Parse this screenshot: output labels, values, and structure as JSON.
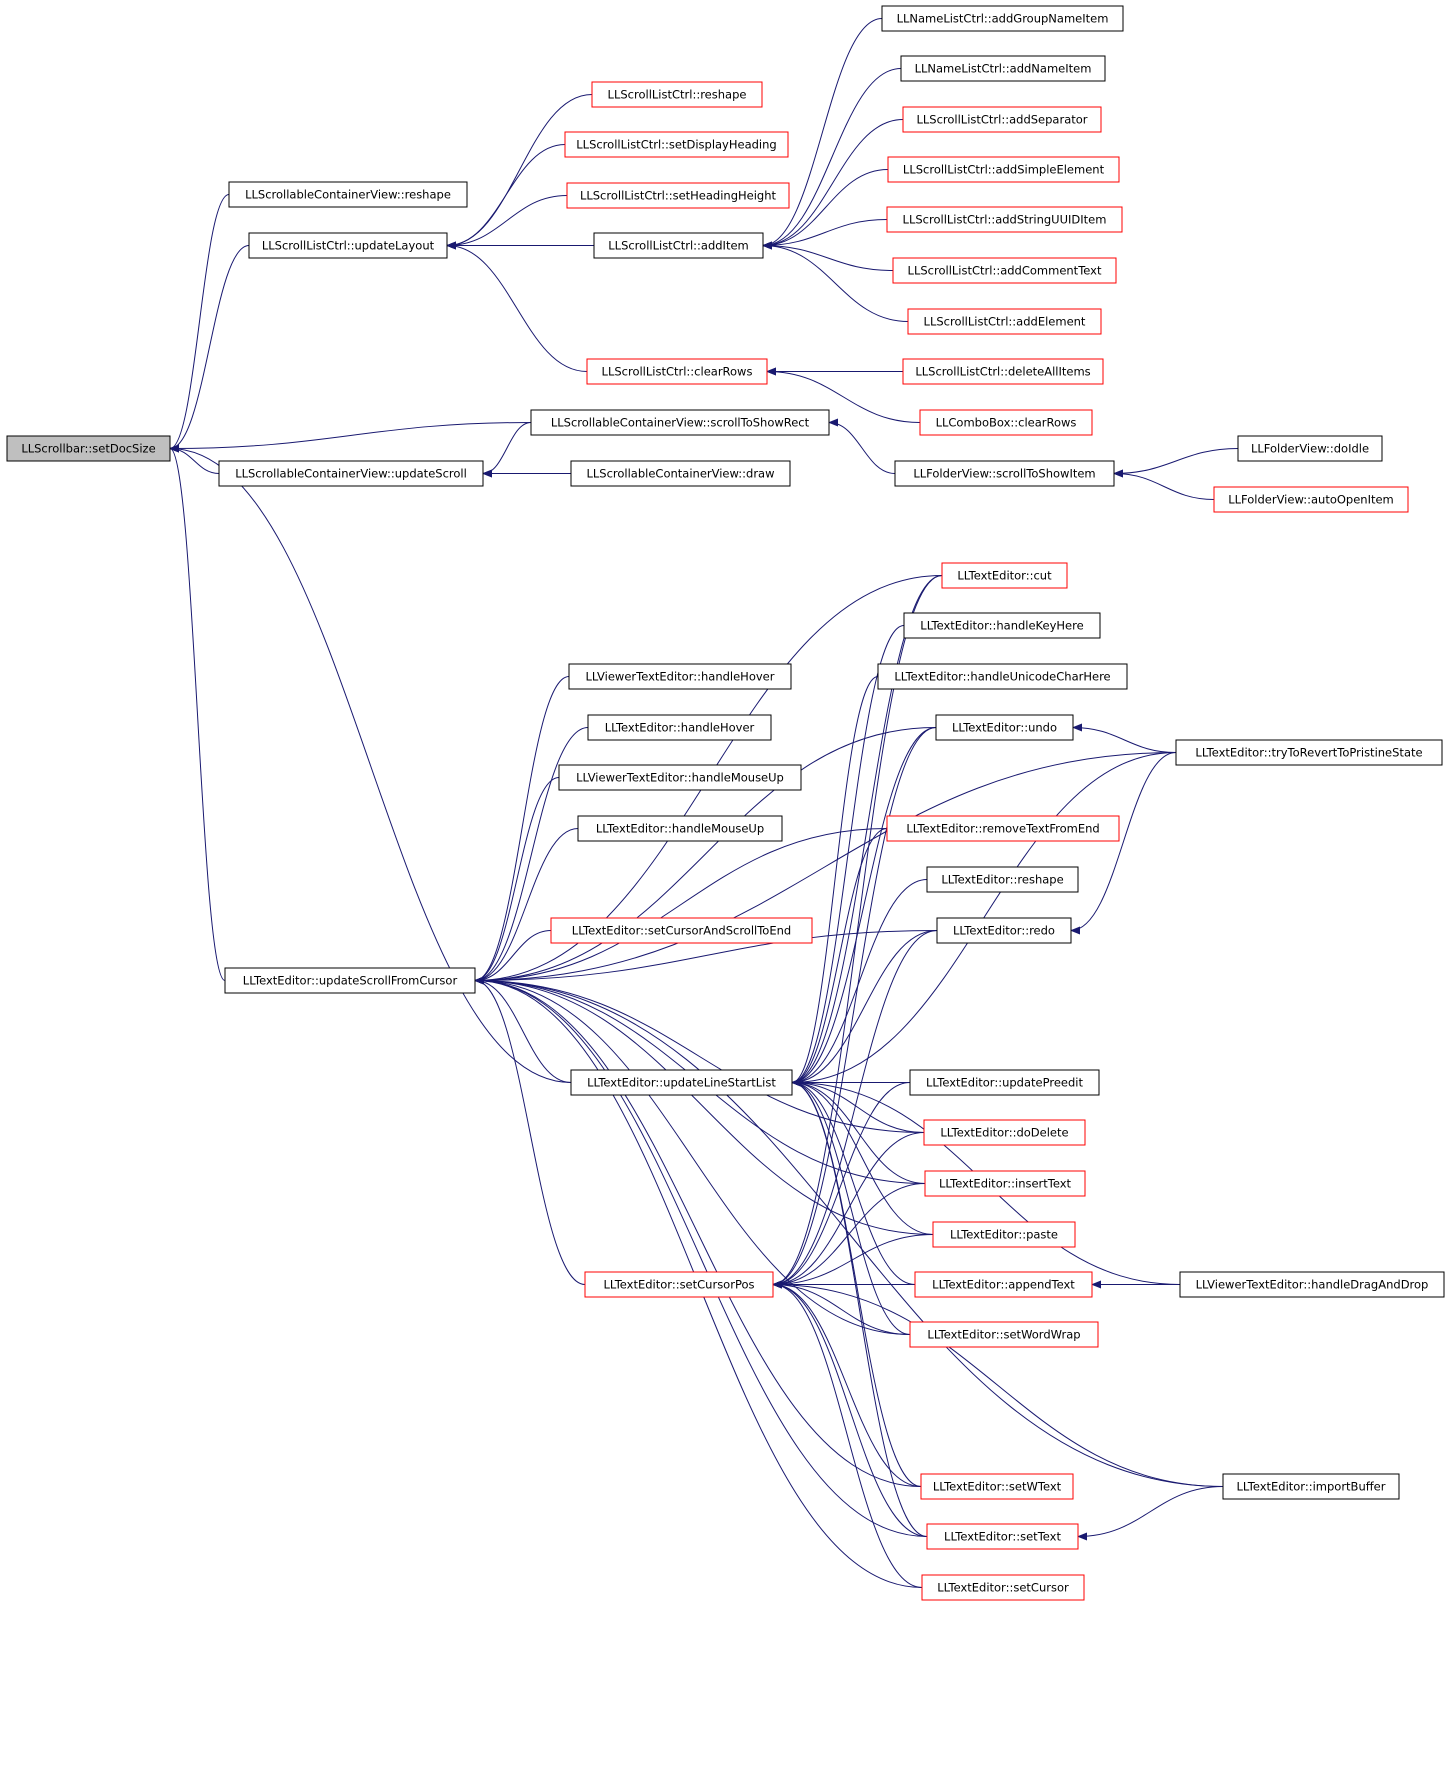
{
  "graph": {
    "root": "setDocSize",
    "colors": {
      "edge": "#191970",
      "border_documented": "#000000",
      "border_undocumented": "#ff0000",
      "root_fill": "#bfbfbf",
      "node_fill": "#ffffff"
    },
    "nodes": {
      "setDocSize": {
        "label": "LLScrollbar::setDocSize",
        "border": "black",
        "root": true
      },
      "SCV_reshape": {
        "label": "LLScrollableContainerView::reshape",
        "border": "black"
      },
      "SLC_updateLayout": {
        "label": "LLScrollListCtrl::updateLayout",
        "border": "black"
      },
      "SLC_reshape": {
        "label": "LLScrollListCtrl::reshape",
        "border": "red"
      },
      "SLC_setDisplayHeading": {
        "label": "LLScrollListCtrl::setDisplayHeading",
        "border": "red"
      },
      "SLC_setHeadingHeight": {
        "label": "LLScrollListCtrl::setHeadingHeight",
        "border": "red"
      },
      "SLC_addItem": {
        "label": "LLScrollListCtrl::addItem",
        "border": "black"
      },
      "NLC_addGroupNameItem": {
        "label": "LLNameListCtrl::addGroupNameItem",
        "border": "black"
      },
      "NLC_addNameItem": {
        "label": "LLNameListCtrl::addNameItem",
        "border": "black"
      },
      "SLC_addSeparator": {
        "label": "LLScrollListCtrl::addSeparator",
        "border": "red"
      },
      "SLC_addSimpleElement": {
        "label": "LLScrollListCtrl::addSimpleElement",
        "border": "red"
      },
      "SLC_addStringUUIDItem": {
        "label": "LLScrollListCtrl::addStringUUIDItem",
        "border": "red"
      },
      "SLC_addCommentText": {
        "label": "LLScrollListCtrl::addCommentText",
        "border": "red"
      },
      "SLC_addElement": {
        "label": "LLScrollListCtrl::addElement",
        "border": "red"
      },
      "SLC_clearRows": {
        "label": "LLScrollListCtrl::clearRows",
        "border": "red"
      },
      "SLC_deleteAllItems": {
        "label": "LLScrollListCtrl::deleteAllItems",
        "border": "red"
      },
      "CB_clearRows": {
        "label": "LLComboBox::clearRows",
        "border": "red"
      },
      "SCV_scrollToShowRect": {
        "label": "LLScrollableContainerView::scrollToShowRect",
        "border": "black"
      },
      "SCV_updateScroll": {
        "label": "LLScrollableContainerView::updateScroll",
        "border": "black"
      },
      "SCV_draw": {
        "label": "LLScrollableContainerView::draw",
        "border": "black"
      },
      "FV_scrollToShowItem": {
        "label": "LLFolderView::scrollToShowItem",
        "border": "black"
      },
      "FV_doIdle": {
        "label": "LLFolderView::doIdle",
        "border": "black"
      },
      "FV_autoOpenItem": {
        "label": "LLFolderView::autoOpenItem",
        "border": "red"
      },
      "TE_cut": {
        "label": "LLTextEditor::cut",
        "border": "red"
      },
      "TE_handleKeyHere": {
        "label": "LLTextEditor::handleKeyHere",
        "border": "black"
      },
      "TE_handleUnicodeCharHere": {
        "label": "LLTextEditor::handleUnicodeCharHere",
        "border": "black"
      },
      "VTE_handleHover": {
        "label": "LLViewerTextEditor::handleHover",
        "border": "black"
      },
      "TE_handleHover": {
        "label": "LLTextEditor::handleHover",
        "border": "black"
      },
      "TE_undo": {
        "label": "LLTextEditor::undo",
        "border": "black"
      },
      "TE_tryToRevert": {
        "label": "LLTextEditor::tryToRevertToPristineState",
        "border": "black"
      },
      "VTE_handleMouseUp": {
        "label": "LLViewerTextEditor::handleMouseUp",
        "border": "black"
      },
      "TE_handleMouseUp": {
        "label": "LLTextEditor::handleMouseUp",
        "border": "black"
      },
      "TE_removeTextFromEnd": {
        "label": "LLTextEditor::removeTextFromEnd",
        "border": "red"
      },
      "TE_reshape": {
        "label": "LLTextEditor::reshape",
        "border": "black"
      },
      "TE_setCursorAndScrollToEnd": {
        "label": "LLTextEditor::setCursorAndScrollToEnd",
        "border": "red"
      },
      "TE_redo": {
        "label": "LLTextEditor::redo",
        "border": "black"
      },
      "TE_updateScrollFromCursor": {
        "label": "LLTextEditor::updateScrollFromCursor",
        "border": "black"
      },
      "TE_updateLineStartList": {
        "label": "LLTextEditor::updateLineStartList",
        "border": "black"
      },
      "TE_updatePreedit": {
        "label": "LLTextEditor::updatePreedit",
        "border": "black"
      },
      "TE_doDelete": {
        "label": "LLTextEditor::doDelete",
        "border": "red"
      },
      "TE_insertText": {
        "label": "LLTextEditor::insertText",
        "border": "red"
      },
      "TE_paste": {
        "label": "LLTextEditor::paste",
        "border": "red"
      },
      "TE_setCursorPos": {
        "label": "LLTextEditor::setCursorPos",
        "border": "red"
      },
      "TE_appendText": {
        "label": "LLTextEditor::appendText",
        "border": "red"
      },
      "VTE_handleDragAndDrop": {
        "label": "LLViewerTextEditor::handleDragAndDrop",
        "border": "black"
      },
      "TE_setWordWrap": {
        "label": "LLTextEditor::setWordWrap",
        "border": "red"
      },
      "TE_setWText": {
        "label": "LLTextEditor::setWText",
        "border": "red"
      },
      "TE_importBuffer": {
        "label": "LLTextEditor::importBuffer",
        "border": "black"
      },
      "TE_setText": {
        "label": "LLTextEditor::setText",
        "border": "red"
      },
      "TE_setCursor": {
        "label": "LLTextEditor::setCursor",
        "border": "red"
      }
    },
    "edges": [
      {
        "from": "SCV_reshape",
        "to": "setDocSize"
      },
      {
        "from": "SLC_updateLayout",
        "to": "setDocSize"
      },
      {
        "from": "SCV_scrollToShowRect",
        "to": "setDocSize"
      },
      {
        "from": "SCV_updateScroll",
        "to": "setDocSize"
      },
      {
        "from": "TE_updateScrollFromCursor",
        "to": "setDocSize"
      },
      {
        "from": "TE_updateLineStartList",
        "to": "setDocSize"
      },
      {
        "from": "SLC_reshape",
        "to": "SLC_updateLayout"
      },
      {
        "from": "SLC_setDisplayHeading",
        "to": "SLC_updateLayout"
      },
      {
        "from": "SLC_setHeadingHeight",
        "to": "SLC_updateLayout"
      },
      {
        "from": "SLC_addItem",
        "to": "SLC_updateLayout"
      },
      {
        "from": "SLC_clearRows",
        "to": "SLC_updateLayout"
      },
      {
        "from": "NLC_addGroupNameItem",
        "to": "SLC_addItem"
      },
      {
        "from": "NLC_addNameItem",
        "to": "SLC_addItem"
      },
      {
        "from": "SLC_addSeparator",
        "to": "SLC_addItem"
      },
      {
        "from": "SLC_addSimpleElement",
        "to": "SLC_addItem"
      },
      {
        "from": "SLC_addStringUUIDItem",
        "to": "SLC_addItem"
      },
      {
        "from": "SLC_addCommentText",
        "to": "SLC_addItem"
      },
      {
        "from": "SLC_addElement",
        "to": "SLC_addItem"
      },
      {
        "from": "SLC_deleteAllItems",
        "to": "SLC_clearRows"
      },
      {
        "from": "CB_clearRows",
        "to": "SLC_clearRows"
      },
      {
        "from": "FV_scrollToShowItem",
        "to": "SCV_scrollToShowRect"
      },
      {
        "from": "SCV_scrollToShowRect",
        "to": "SCV_updateScroll"
      },
      {
        "from": "SCV_draw",
        "to": "SCV_updateScroll"
      },
      {
        "from": "FV_doIdle",
        "to": "FV_scrollToShowItem"
      },
      {
        "from": "FV_autoOpenItem",
        "to": "FV_scrollToShowItem"
      },
      {
        "from": "TE_cut",
        "to": "TE_updateScrollFromCursor"
      },
      {
        "from": "VTE_handleHover",
        "to": "TE_updateScrollFromCursor"
      },
      {
        "from": "TE_handleHover",
        "to": "TE_updateScrollFromCursor"
      },
      {
        "from": "VTE_handleMouseUp",
        "to": "TE_updateScrollFromCursor"
      },
      {
        "from": "TE_handleMouseUp",
        "to": "TE_updateScrollFromCursor"
      },
      {
        "from": "TE_undo",
        "to": "TE_updateScrollFromCursor"
      },
      {
        "from": "TE_tryToRevert",
        "to": "TE_updateScrollFromCursor"
      },
      {
        "from": "TE_setCursorAndScrollToEnd",
        "to": "TE_updateScrollFromCursor"
      },
      {
        "from": "TE_redo",
        "to": "TE_updateScrollFromCursor"
      },
      {
        "from": "TE_removeTextFromEnd",
        "to": "TE_updateScrollFromCursor"
      },
      {
        "from": "TE_updateLineStartList",
        "to": "TE_updateScrollFromCursor"
      },
      {
        "from": "TE_doDelete",
        "to": "TE_updateScrollFromCursor"
      },
      {
        "from": "TE_insertText",
        "to": "TE_updateScrollFromCursor"
      },
      {
        "from": "TE_paste",
        "to": "TE_updateScrollFromCursor"
      },
      {
        "from": "TE_setCursorPos",
        "to": "TE_updateScrollFromCursor"
      },
      {
        "from": "TE_setWordWrap",
        "to": "TE_updateScrollFromCursor"
      },
      {
        "from": "TE_setWText",
        "to": "TE_updateScrollFromCursor"
      },
      {
        "from": "TE_setText",
        "to": "TE_updateScrollFromCursor"
      },
      {
        "from": "TE_setCursor",
        "to": "TE_updateScrollFromCursor"
      },
      {
        "from": "TE_importBuffer",
        "to": "TE_updateScrollFromCursor"
      },
      {
        "from": "TE_cut",
        "to": "TE_updateLineStartList"
      },
      {
        "from": "TE_handleKeyHere",
        "to": "TE_updateLineStartList"
      },
      {
        "from": "TE_handleUnicodeCharHere",
        "to": "TE_updateLineStartList"
      },
      {
        "from": "TE_undo",
        "to": "TE_updateLineStartList"
      },
      {
        "from": "TE_tryToRevert",
        "to": "TE_updateLineStartList"
      },
      {
        "from": "TE_removeTextFromEnd",
        "to": "TE_updateLineStartList"
      },
      {
        "from": "TE_reshape",
        "to": "TE_updateLineStartList"
      },
      {
        "from": "TE_redo",
        "to": "TE_updateLineStartList"
      },
      {
        "from": "TE_updatePreedit",
        "to": "TE_updateLineStartList"
      },
      {
        "from": "TE_doDelete",
        "to": "TE_updateLineStartList"
      },
      {
        "from": "TE_insertText",
        "to": "TE_updateLineStartList"
      },
      {
        "from": "TE_paste",
        "to": "TE_updateLineStartList"
      },
      {
        "from": "TE_appendText",
        "to": "TE_updateLineStartList"
      },
      {
        "from": "TE_setWordWrap",
        "to": "TE_updateLineStartList"
      },
      {
        "from": "TE_setWText",
        "to": "TE_updateLineStartList"
      },
      {
        "from": "TE_setText",
        "to": "TE_updateLineStartList"
      },
      {
        "from": "VTE_handleDragAndDrop",
        "to": "TE_updateLineStartList"
      },
      {
        "from": "TE_cut",
        "to": "TE_setCursorPos"
      },
      {
        "from": "TE_undo",
        "to": "TE_setCursorPos"
      },
      {
        "from": "TE_redo",
        "to": "TE_setCursorPos"
      },
      {
        "from": "TE_updatePreedit",
        "to": "TE_setCursorPos"
      },
      {
        "from": "TE_doDelete",
        "to": "TE_setCursorPos"
      },
      {
        "from": "TE_insertText",
        "to": "TE_setCursorPos"
      },
      {
        "from": "TE_paste",
        "to": "TE_setCursorPos"
      },
      {
        "from": "TE_appendText",
        "to": "TE_setCursorPos"
      },
      {
        "from": "TE_setWordWrap",
        "to": "TE_setCursorPos"
      },
      {
        "from": "TE_setWText",
        "to": "TE_setCursorPos"
      },
      {
        "from": "TE_setText",
        "to": "TE_setCursorPos"
      },
      {
        "from": "TE_setCursor",
        "to": "TE_setCursorPos"
      },
      {
        "from": "TE_importBuffer",
        "to": "TE_setCursorPos"
      },
      {
        "from": "VTE_handleDragAndDrop",
        "to": "TE_setCursorPos"
      },
      {
        "from": "TE_tryToRevert",
        "to": "TE_undo"
      },
      {
        "from": "TE_tryToRevert",
        "to": "TE_redo"
      },
      {
        "from": "VTE_handleDragAndDrop",
        "to": "TE_appendText"
      },
      {
        "from": "TE_importBuffer",
        "to": "TE_setText"
      }
    ]
  }
}
